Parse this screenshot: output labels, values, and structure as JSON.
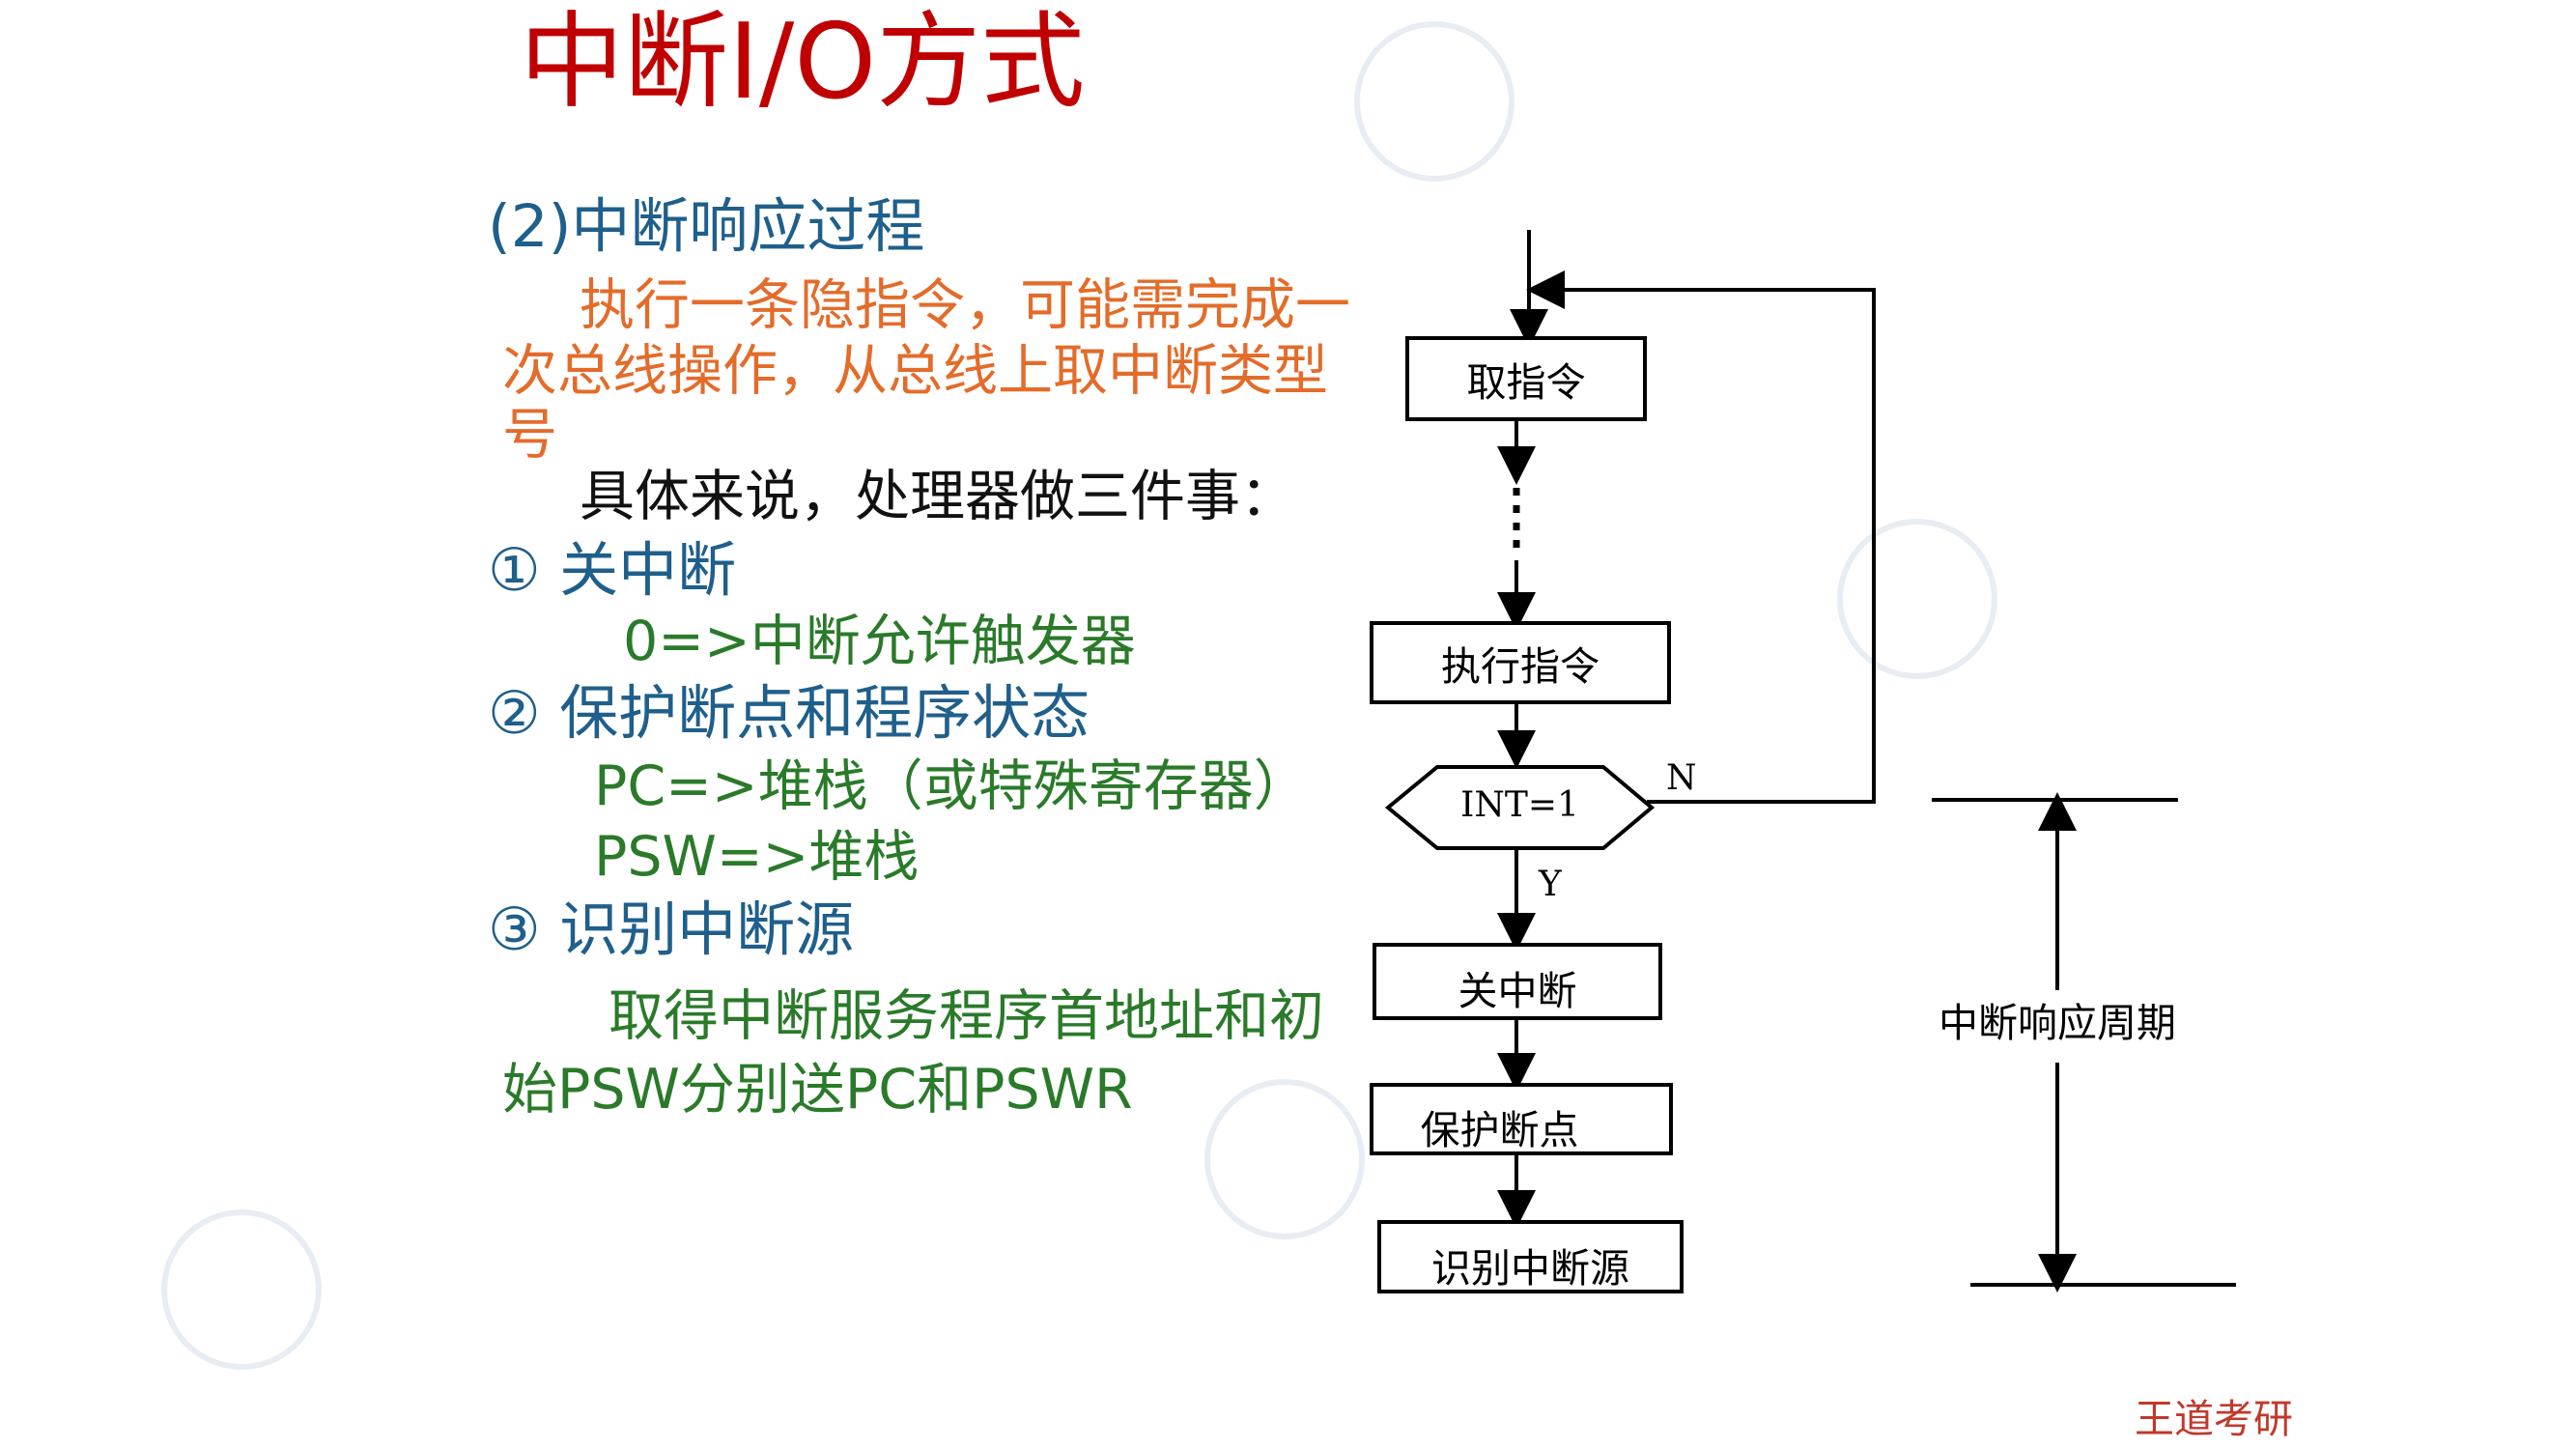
{
  "title": "中断I/O方式",
  "heading": "(2)中断响应过程",
  "paragraph1": {
    "line1": "执行一条隐指令，可能需完成一",
    "line2": "次总线操作，从总线上取中断类型",
    "line3": "号"
  },
  "intro": "具体来说，处理器做三件事：",
  "steps": [
    {
      "label": "① 关中断",
      "detail": "0=>中断允许触发器"
    },
    {
      "label": "② 保护断点和程序状态",
      "detail1": "PC=>堆栈（或特殊寄存器）",
      "detail2": "PSW=>堆栈"
    },
    {
      "label": "③ 识别中断源",
      "detail1": "取得中断服务程序首地址和初",
      "detail2": "始PSW分别送PC和PSWR"
    }
  ],
  "flowchart": {
    "fetch": "取指令",
    "execute": "执行指令",
    "decision": "INT=1",
    "no_label": "N",
    "yes_label": "Y",
    "disable_int": "关中断",
    "save_bp": "保护断点",
    "identify": "识别中断源"
  },
  "cycle_label": "中断响应周期",
  "footer": "王道考研",
  "colors": {
    "title": "#c00000",
    "heading": "#1f5f8b",
    "orange": "#e36c2a",
    "green": "#2a7a2a",
    "footer": "#c0392b"
  }
}
